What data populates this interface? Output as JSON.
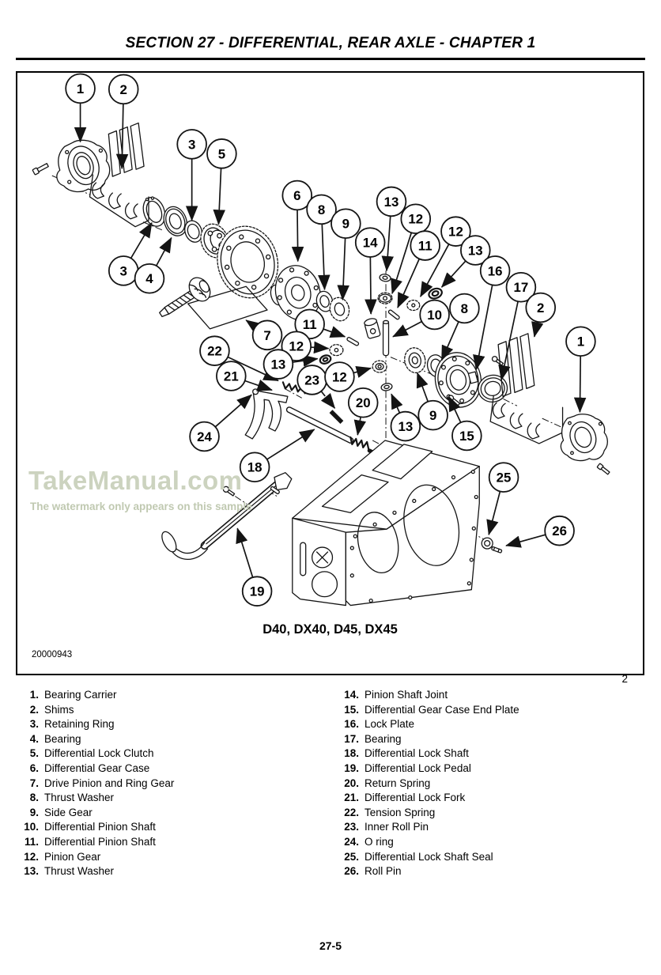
{
  "page": {
    "header": "SECTION 27 - DIFFERENTIAL, REAR AXLE - CHAPTER 1",
    "caption": "D40, DX40, D45, DX45",
    "figure_code": "20000943",
    "figure_number": "2",
    "page_number": "27-5"
  },
  "watermark": {
    "title": "TakeManual.com",
    "subtitle": "The watermark only appears on this sample",
    "title_color": "#ccd3bf",
    "subtitle_color": "#c0c9b1"
  },
  "ink_color": "#141414",
  "diagram": {
    "callouts": [
      {
        "n": "1",
        "c": [
          80,
          20
        ],
        "t": [
          80,
          88
        ]
      },
      {
        "n": "2",
        "c": [
          135,
          21
        ],
        "t": [
          133,
          122
        ]
      },
      {
        "n": "3",
        "c": [
          222,
          91
        ],
        "t": [
          222,
          188
        ]
      },
      {
        "n": "5",
        "c": [
          260,
          103
        ],
        "t": [
          256,
          193
        ]
      },
      {
        "n": "6",
        "c": [
          356,
          156
        ],
        "t": [
          357,
          240
        ]
      },
      {
        "n": "8",
        "c": [
          387,
          174
        ],
        "t": [
          391,
          276
        ]
      },
      {
        "n": "9",
        "c": [
          418,
          192
        ],
        "t": [
          414,
          289
        ]
      },
      {
        "n": "13",
        "c": [
          476,
          164
        ],
        "t": [
          470,
          252
        ]
      },
      {
        "n": "12",
        "c": [
          507,
          186
        ],
        "t": [
          477,
          281
        ]
      },
      {
        "n": "14",
        "c": [
          449,
          216
        ],
        "t": [
          450,
          307
        ]
      },
      {
        "n": "11",
        "c": [
          519,
          220
        ],
        "t": [
          484,
          299
        ]
      },
      {
        "n": "12",
        "c": [
          558,
          202
        ],
        "t": [
          513,
          285
        ]
      },
      {
        "n": "13",
        "c": [
          583,
          226
        ],
        "t": [
          540,
          273
        ]
      },
      {
        "n": "16",
        "c": [
          608,
          252
        ],
        "t": [
          584,
          378
        ]
      },
      {
        "n": "17",
        "c": [
          641,
          273
        ],
        "t": [
          616,
          391
        ]
      },
      {
        "n": "2",
        "c": [
          666,
          299
        ],
        "t": [
          658,
          336
        ]
      },
      {
        "n": "1",
        "c": [
          717,
          342
        ],
        "t": [
          716,
          432
        ]
      },
      {
        "n": "3",
        "c": [
          135,
          252
        ],
        "t": [
          171,
          191
        ]
      },
      {
        "n": "4",
        "c": [
          168,
          262
        ],
        "t": [
          196,
          210
        ]
      },
      {
        "n": "7",
        "c": [
          318,
          334
        ],
        "t": [
          291,
          315
        ]
      },
      {
        "n": "11",
        "c": [
          372,
          320
        ],
        "t": [
          417,
          336
        ]
      },
      {
        "n": "12",
        "c": [
          355,
          348
        ],
        "t": [
          396,
          351
        ]
      },
      {
        "n": "13",
        "c": [
          332,
          371
        ],
        "t": [
          382,
          364
        ]
      },
      {
        "n": "22",
        "c": [
          251,
          354
        ],
        "t": [
          332,
          392
        ]
      },
      {
        "n": "21",
        "c": [
          272,
          386
        ],
        "t": [
          324,
          404
        ]
      },
      {
        "n": "23",
        "c": [
          375,
          391
        ],
        "t": [
          404,
          427
        ],
        "d": 1
      },
      {
        "n": "12",
        "c": [
          410,
          387
        ],
        "t": [
          450,
          376
        ]
      },
      {
        "n": "10",
        "c": [
          531,
          308
        ],
        "t": [
          478,
          336
        ]
      },
      {
        "n": "8",
        "c": [
          569,
          300
        ],
        "t": [
          540,
          366
        ]
      },
      {
        "n": "20",
        "c": [
          440,
          420
        ],
        "t": [
          433,
          461
        ]
      },
      {
        "n": "13",
        "c": [
          494,
          450
        ],
        "t": [
          476,
          409
        ]
      },
      {
        "n": "9",
        "c": [
          529,
          436
        ],
        "t": [
          509,
          382
        ]
      },
      {
        "n": "15",
        "c": [
          572,
          462
        ],
        "t": [
          549,
          412
        ]
      },
      {
        "n": "24",
        "c": [
          238,
          463
        ],
        "t": [
          298,
          410
        ]
      },
      {
        "n": "18",
        "c": [
          302,
          502
        ],
        "t": [
          378,
          454
        ]
      },
      {
        "n": "19",
        "c": [
          305,
          660
        ],
        "t": [
          280,
          580
        ]
      },
      {
        "n": "25",
        "c": [
          619,
          515
        ],
        "t": [
          600,
          588
        ]
      },
      {
        "n": "26",
        "c": [
          690,
          583
        ],
        "t": [
          622,
          602
        ]
      }
    ]
  },
  "parts_list": {
    "left": [
      {
        "num": "1.",
        "label": "Bearing Carrier"
      },
      {
        "num": "2.",
        "label": "Shims"
      },
      {
        "num": "3.",
        "label": "Retaining Ring"
      },
      {
        "num": "4.",
        "label": "Bearing"
      },
      {
        "num": "5.",
        "label": "Differential Lock Clutch"
      },
      {
        "num": "6.",
        "label": "Differential Gear Case"
      },
      {
        "num": "7.",
        "label": "Drive Pinion and Ring Gear"
      },
      {
        "num": "8.",
        "label": "Thrust Washer"
      },
      {
        "num": "9.",
        "label": "Side Gear"
      },
      {
        "num": "10.",
        "label": "Differential Pinion Shaft"
      },
      {
        "num": "11.",
        "label": "Differential Pinion Shaft"
      },
      {
        "num": "12.",
        "label": "Pinion Gear"
      },
      {
        "num": "13.",
        "label": "Thrust Washer"
      }
    ],
    "right": [
      {
        "num": "14.",
        "label": "Pinion Shaft Joint"
      },
      {
        "num": "15.",
        "label": "Differential Gear Case End Plate"
      },
      {
        "num": "16.",
        "label": "Lock Plate"
      },
      {
        "num": "17.",
        "label": "Bearing"
      },
      {
        "num": "18.",
        "label": "Differential Lock Shaft"
      },
      {
        "num": "19.",
        "label": "Differential Lock Pedal"
      },
      {
        "num": "20.",
        "label": "Return Spring"
      },
      {
        "num": "21.",
        "label": "Differential Lock Fork"
      },
      {
        "num": "22.",
        "label": "Tension Spring"
      },
      {
        "num": "23.",
        "label": "Inner Roll Pin"
      },
      {
        "num": "24.",
        "label": "O ring"
      },
      {
        "num": "25.",
        "label": "Differential Lock Shaft Seal"
      },
      {
        "num": "26.",
        "label": "Roll Pin"
      }
    ]
  }
}
